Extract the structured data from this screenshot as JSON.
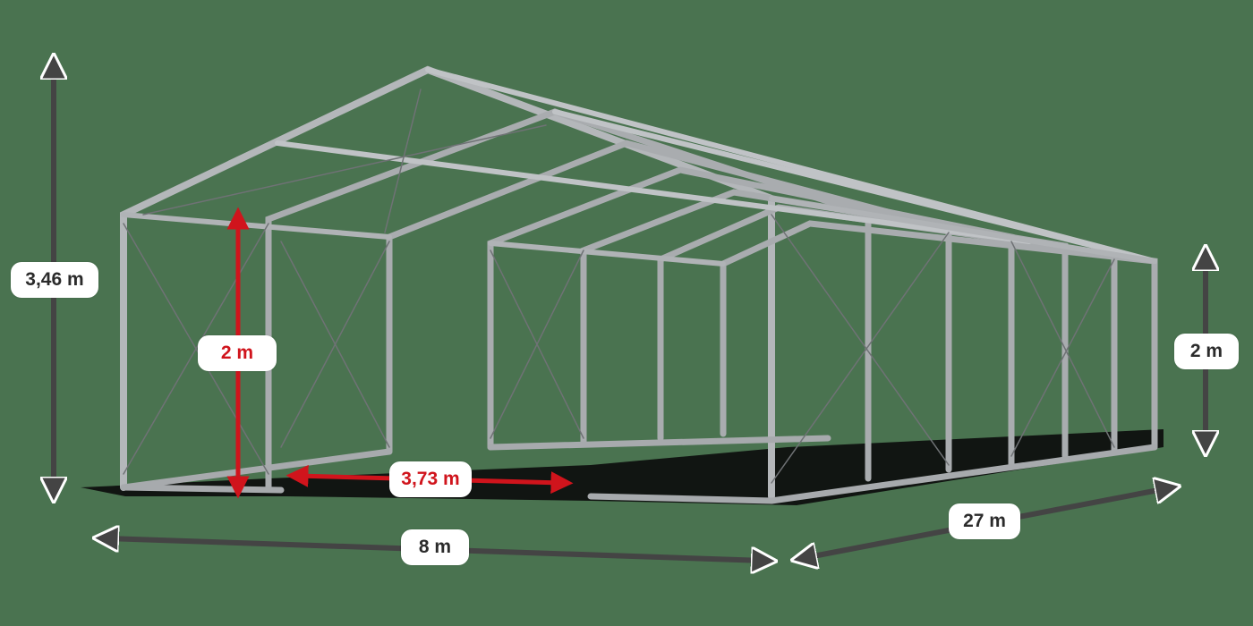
{
  "colors": {
    "background": "#4a7350",
    "dimension_arrow": "#444444",
    "highlight_arrow": "#d0141c",
    "frame_steel": "#bfc2c4",
    "frame_shadow": "#8d9093",
    "shadow": "#0a0a0a"
  },
  "dimensions": {
    "total_height": {
      "label": "3,46 m",
      "icon": "double-arrow-vertical"
    },
    "side_height": {
      "label": "2 m",
      "icon": "double-arrow-vertical"
    },
    "inner_height": {
      "label": "2 m",
      "icon": "double-arrow-vertical-red"
    },
    "bay_spacing": {
      "label": "3,73 m",
      "icon": "double-arrow-horizontal-red"
    },
    "width": {
      "label": "8 m",
      "icon": "double-arrow-horizontal"
    },
    "length": {
      "label": "27 m",
      "icon": "double-arrow-diagonal"
    }
  }
}
